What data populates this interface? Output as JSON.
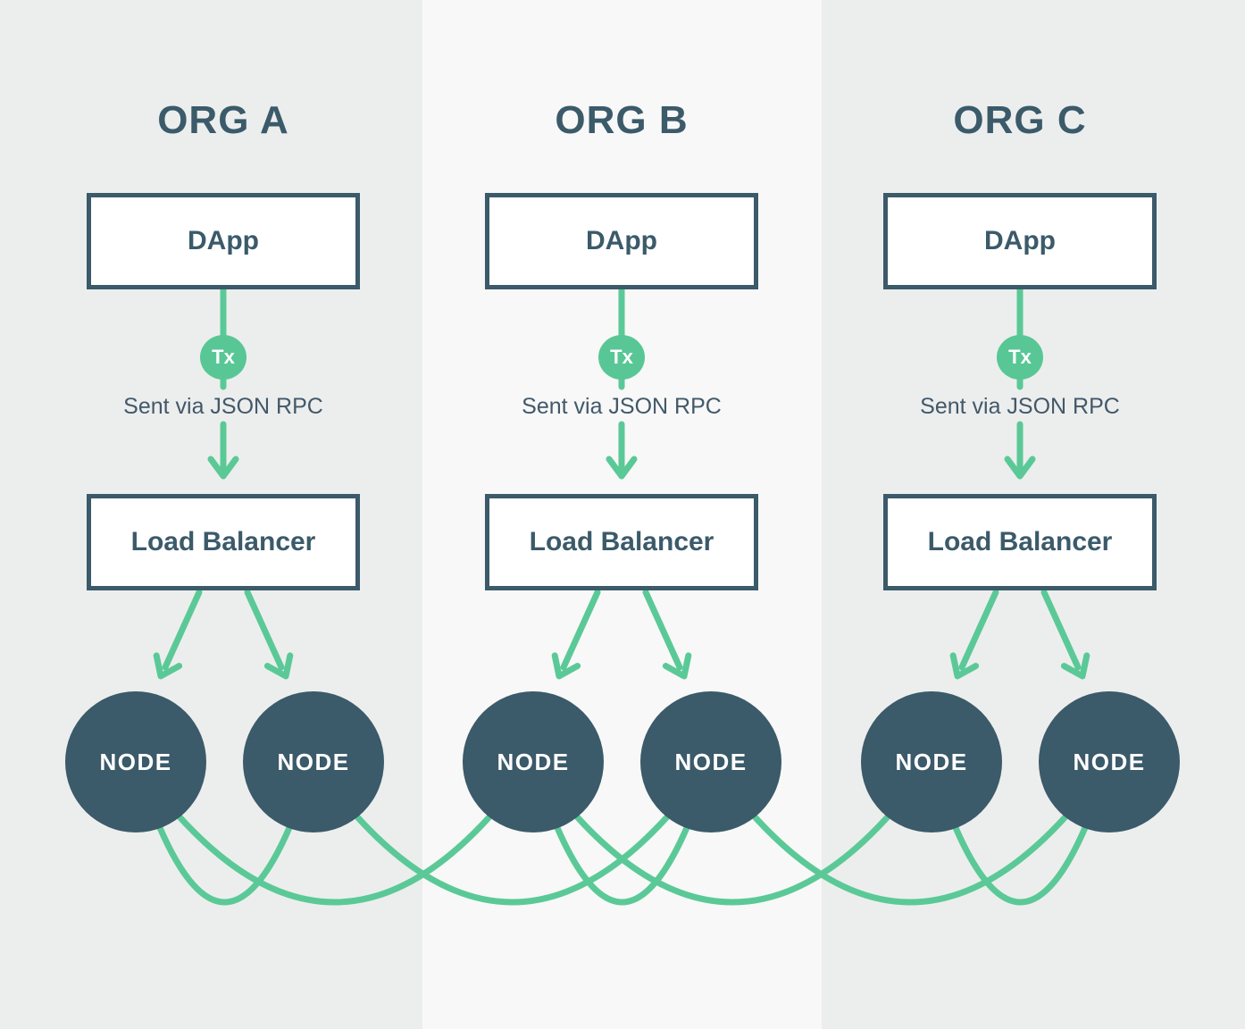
{
  "columns": [
    {
      "title": "ORG A",
      "dapp_label": "DApp",
      "tx_label": "Tx",
      "caption": "Sent via JSON RPC",
      "lb_label": "Load Balancer",
      "nodes": [
        "NODE",
        "NODE"
      ]
    },
    {
      "title": "ORG B",
      "dapp_label": "DApp",
      "tx_label": "Tx",
      "caption": "Sent via JSON RPC",
      "lb_label": "Load Balancer",
      "nodes": [
        "NODE",
        "NODE"
      ]
    },
    {
      "title": "ORG C",
      "dapp_label": "DApp",
      "tx_label": "Tx",
      "caption": "Sent via JSON RPC",
      "lb_label": "Load Balancer",
      "nodes": [
        "NODE",
        "NODE"
      ]
    }
  ],
  "colors": {
    "slate": "#3B5A6A",
    "green": "#5BC997",
    "tx_green": "#58C795",
    "band_gray": "#ECEEED",
    "band_light": "#F7F8F7",
    "box_background": "#FFFFFF",
    "node_text": "#FFFFFF"
  }
}
